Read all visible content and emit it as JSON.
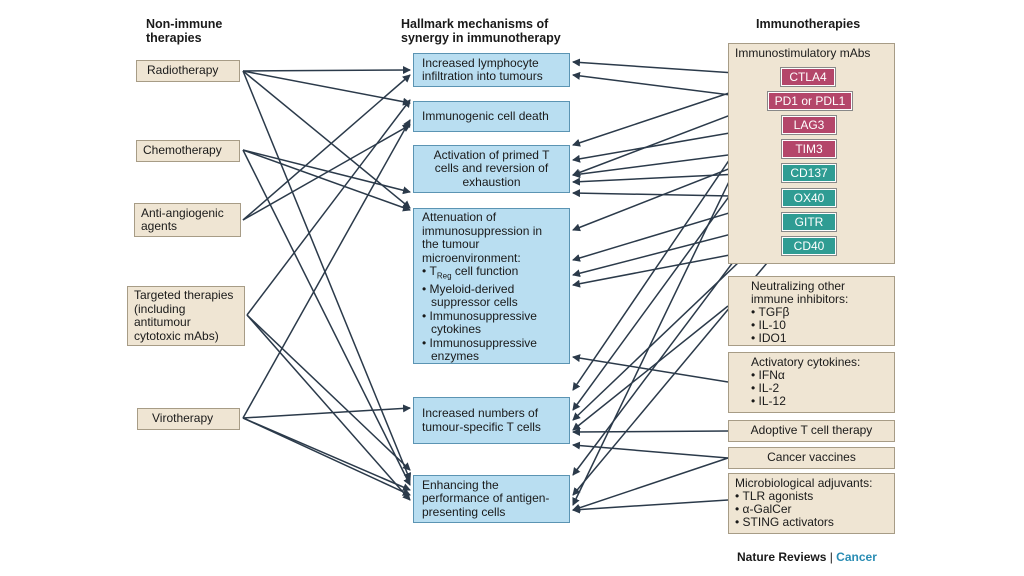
{
  "headers": {
    "left": "Non-immune therapies",
    "middle": "Hallmark mechanisms of synergy in immunotherapy",
    "right": "Immunotherapies"
  },
  "non_immune": [
    "Radiotherapy",
    "Chemotherapy",
    "Anti-angiogenic agents",
    "Targeted therapies (including antitumour cytotoxic mAbs)",
    "Virotherapy"
  ],
  "mechanisms": {
    "lymphocyte": "Increased lymphocyte infiltration into tumours",
    "icd": "Immunogenic cell death",
    "activation": "Activation of primed T cells and reversion of exhaustion",
    "atten_lead": "Attenuation of immunosuppression in the tumour microenvironment:",
    "treg_t": "T",
    "treg_sub": "Reg",
    "treg_rest": " cell function",
    "myeloid": "Myeloid-derived suppressor cells",
    "cytokines": "Immunosuppressive cytokines",
    "enzymes": "Immunosuppressive enzymes",
    "tcells": "Increased numbers of tumour-specific T cells",
    "apc": "Enhancing the performance of antigen-presenting cells"
  },
  "immunostim": {
    "title": "Immunostimulatory mAbs",
    "items": [
      "CTLA4",
      "PD1 or PDL1",
      "LAG3",
      "TIM3",
      "CD137",
      "OX40",
      "GITR",
      "CD40"
    ]
  },
  "neutralizing": {
    "title": "Neutralizing other immune inhibitors:",
    "items": [
      "TGFβ",
      "IL-10",
      "IDO1"
    ]
  },
  "activatory": {
    "title": "Activatory cytokines:",
    "items": [
      "IFNα",
      "IL-2",
      "IL-12"
    ]
  },
  "adoptive": "Adoptive T cell therapy",
  "vaccines": "Cancer vaccines",
  "microbio": {
    "title": "Microbiological adjuvants:",
    "items": [
      "TLR agonists",
      "α-GalCer",
      "STING activators"
    ]
  },
  "credit": {
    "journal": "Nature Reviews",
    "sep": " | ",
    "section": "Cancer"
  },
  "colors": {
    "arrow": "#2b3a4a",
    "magenta": "#b4466a",
    "teal": "#2f9c93",
    "tan": "#efe5d3",
    "blue": "#b9def1"
  }
}
